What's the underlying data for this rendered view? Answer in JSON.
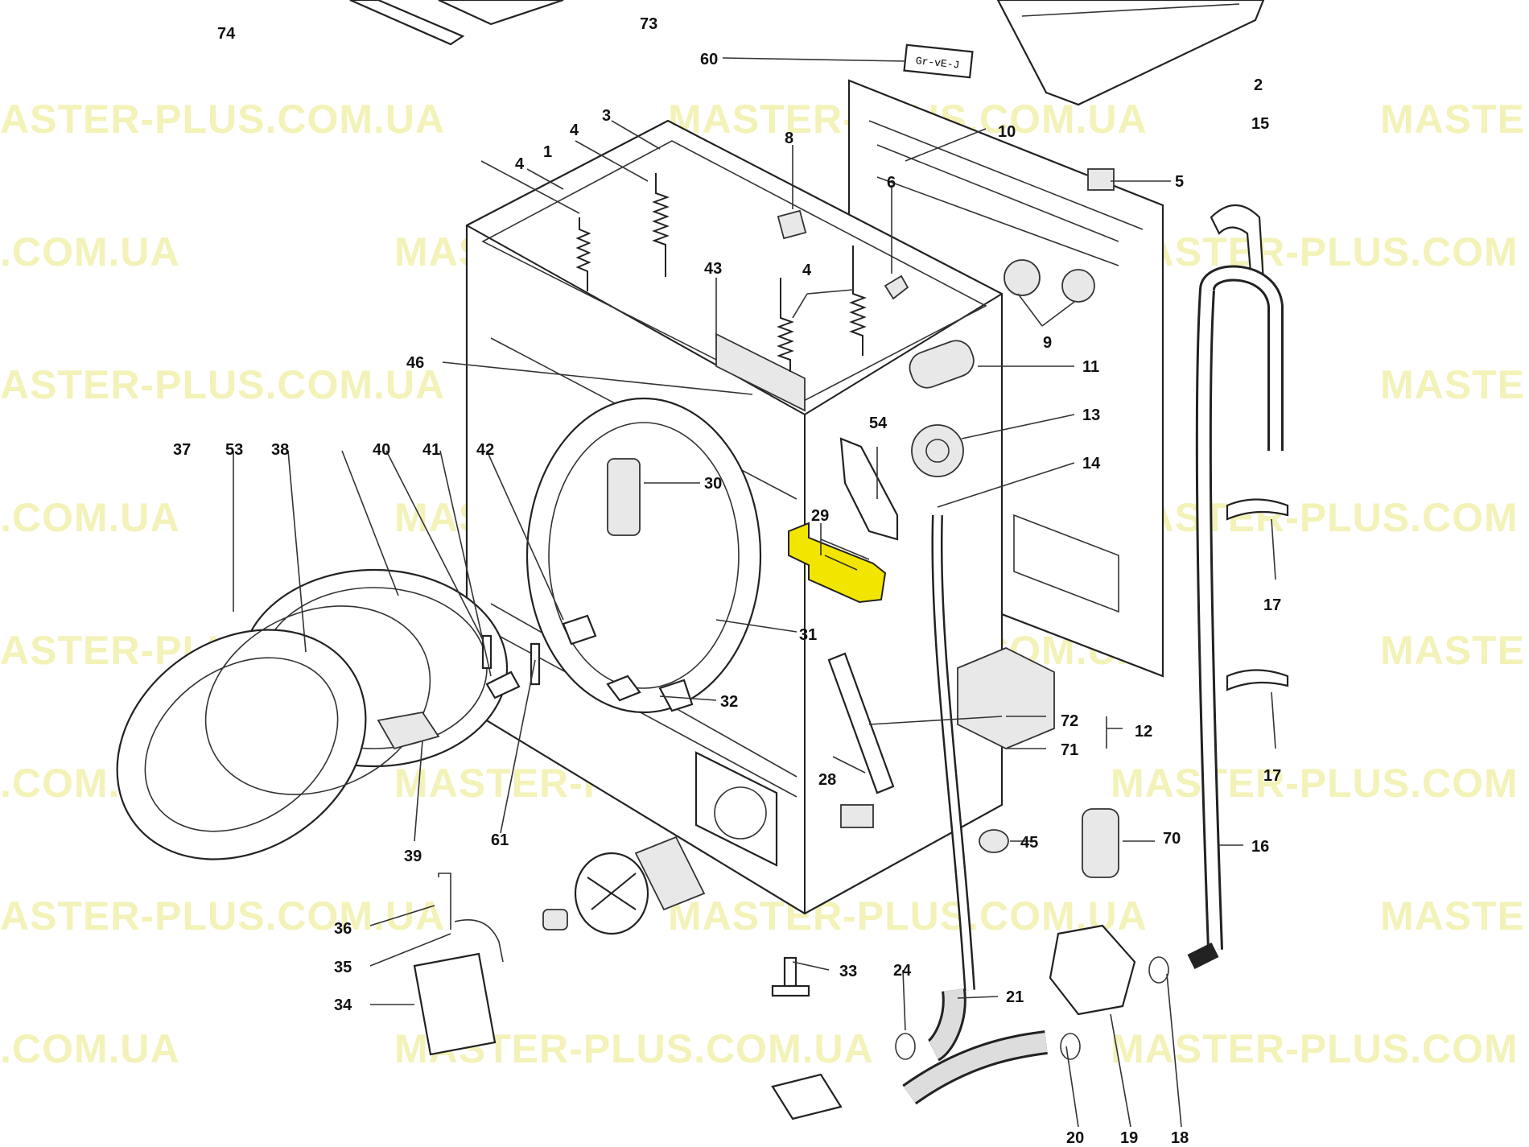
{
  "watermark": {
    "text": "MASTER-PLUS.COM.UA",
    "fragments": [
      "ASTER-PLUS.COM.UA",
      "MASTE",
      ".COM.UA",
      "MASTER-PLUS.COM"
    ],
    "color": "#f3f2b8"
  },
  "highlight_color": "#f2e600",
  "highlighted_part": "29",
  "callouts": [
    "74",
    "73",
    "60",
    "2",
    "3",
    "4",
    "1",
    "4",
    "8",
    "10",
    "15",
    "5",
    "6",
    "4",
    "43",
    "9",
    "46",
    "11",
    "54",
    "13",
    "37",
    "53",
    "38",
    "40",
    "41",
    "42",
    "30",
    "14",
    "29",
    "17",
    "31",
    "32",
    "72",
    "12",
    "71",
    "17",
    "28",
    "45",
    "70",
    "16",
    "39",
    "61",
    "36",
    "35",
    "34",
    "33",
    "24",
    "21",
    "20",
    "19",
    "18"
  ],
  "label_60_text": "Gr-vE-J"
}
